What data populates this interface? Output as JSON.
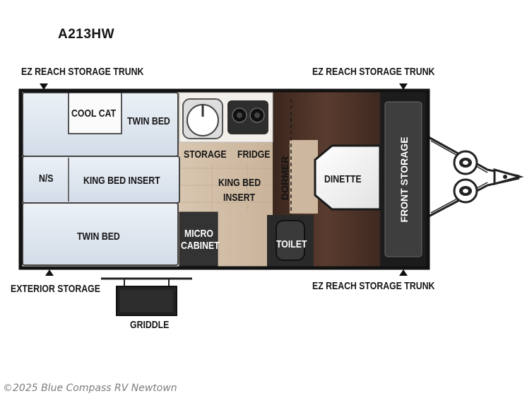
{
  "model": "A213HW",
  "labels": {
    "trunk_top_left": "EZ REACH STORAGE TRUNK",
    "trunk_top_right": "EZ REACH STORAGE TRUNK",
    "trunk_bottom_right": "EZ REACH STORAGE TRUNK",
    "exterior_storage": "EXTERIOR STORAGE",
    "griddle": "GRIDDLE"
  },
  "rooms": {
    "cool_cat": "COOL CAT",
    "twin_bed_top": "TWIN BED",
    "ns": "N/S",
    "king_bed_insert_left": "KING BED INSERT",
    "twin_bed_bottom": "TWIN BED",
    "storage": "STORAGE",
    "fridge": "FRIDGE",
    "king_bed_insert_center_line1": "KING BED",
    "king_bed_insert_center_line2": "INSERT",
    "micro": "MICRO",
    "cabinet": "CABINET",
    "dormer": "DORMER",
    "dinette": "DINETTE",
    "toilet": "TOILET",
    "front_storage": "FRONT STORAGE"
  },
  "watermark": "©2025 Blue Compass RV Newtown",
  "colors": {
    "wall": "#121212",
    "bed_fill": "#dfe6ef",
    "floor": "#cdb79e",
    "cabinet_dark": "#4a3126",
    "front_storage": "#3e3e3e"
  }
}
